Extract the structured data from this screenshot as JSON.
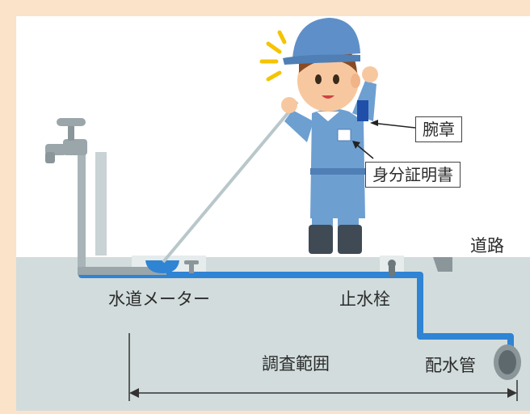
{
  "labels": {
    "armband": "腕章",
    "id_card": "身分証明書",
    "road": "道路",
    "water_meter": "水道メーター",
    "stop_valve": "止水栓",
    "survey_range": "調査範囲",
    "distribution_pipe": "配水管"
  },
  "colors": {
    "frame": "#fbe3c9",
    "sky": "#ffffff",
    "ground": "#d2dcdc",
    "pipe": "#2f84d4",
    "uniform": "#6e9fd1",
    "uniform_dark": "#4f7fb5",
    "boots": "#3f4a55",
    "skin": "#f7c8a0",
    "hair": "#8a4a22"
  },
  "icons": {
    "faucet": "faucet-icon",
    "meter": "water-meter-icon",
    "valve": "stop-valve-icon",
    "pipe_end": "distribution-pipe-end-icon"
  }
}
